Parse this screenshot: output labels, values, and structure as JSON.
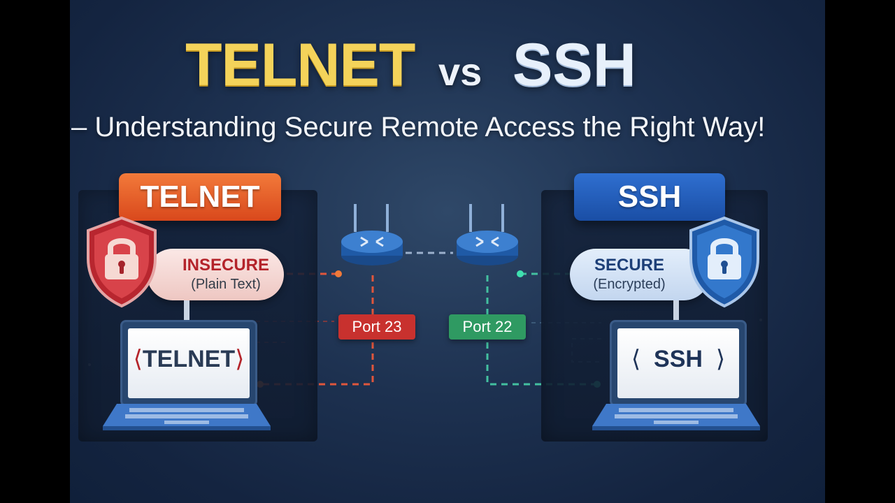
{
  "title": {
    "left": "TELNET",
    "middle": "vs",
    "right": "SSH",
    "subtitle": "– Understanding Secure Remote Access the Right Way!"
  },
  "telnet": {
    "badge": "TELNET",
    "status": "INSECURE",
    "status_detail": "(Plain Text)",
    "port": "Port 23",
    "screen_label": "TELNET",
    "color": "#c8312e"
  },
  "ssh": {
    "badge": "SSH",
    "status": "SECURE",
    "status_detail": "(Encrypted)",
    "port": "Port 22",
    "screen_label": "SSH",
    "color": "#2f9a62"
  },
  "icons": [
    "padlock-shield-red-icon",
    "padlock-shield-blue-icon",
    "router-icon",
    "laptop-icon"
  ],
  "colors": {
    "title_yellow": "#f4d35a",
    "telnet_orange": "#e8602a",
    "ssh_blue": "#2560c0",
    "insecure_red": "#b4232a",
    "secure_navy": "#1d3f78"
  }
}
